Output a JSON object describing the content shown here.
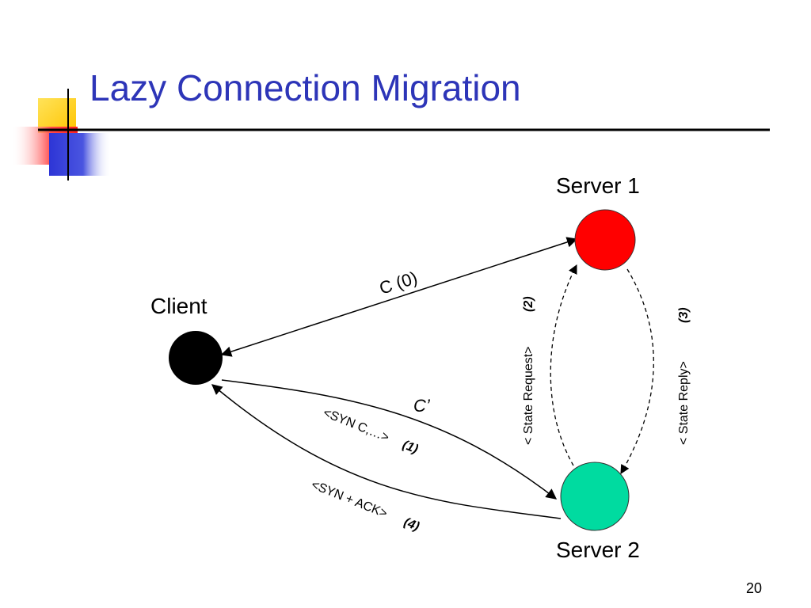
{
  "slide": {
    "title": "Lazy Connection Migration",
    "page_number": "20"
  },
  "nodes": {
    "client": {
      "label": "Client",
      "color": "#000000"
    },
    "server1": {
      "label": "Server 1",
      "color": "#ff0000"
    },
    "server2": {
      "label": "Server 2",
      "color": "#00dba0"
    }
  },
  "edges": {
    "c0": {
      "label": "C (0)"
    },
    "c_prime": {
      "label": "C’"
    },
    "syn": {
      "label": "<SYN C,…>",
      "step": "(1)"
    },
    "state_request": {
      "label": "< State Request>",
      "step": "(2)"
    },
    "state_reply": {
      "label": "< State Reply>",
      "step": "(3)"
    },
    "syn_ack": {
      "label": "<SYN + ACK>",
      "step": "(4)"
    }
  },
  "colors": {
    "title": "#2d35b8",
    "decor_yellow": "#ffd200",
    "decor_red": "#ff3b3b",
    "decor_blue": "#2d35d6"
  }
}
